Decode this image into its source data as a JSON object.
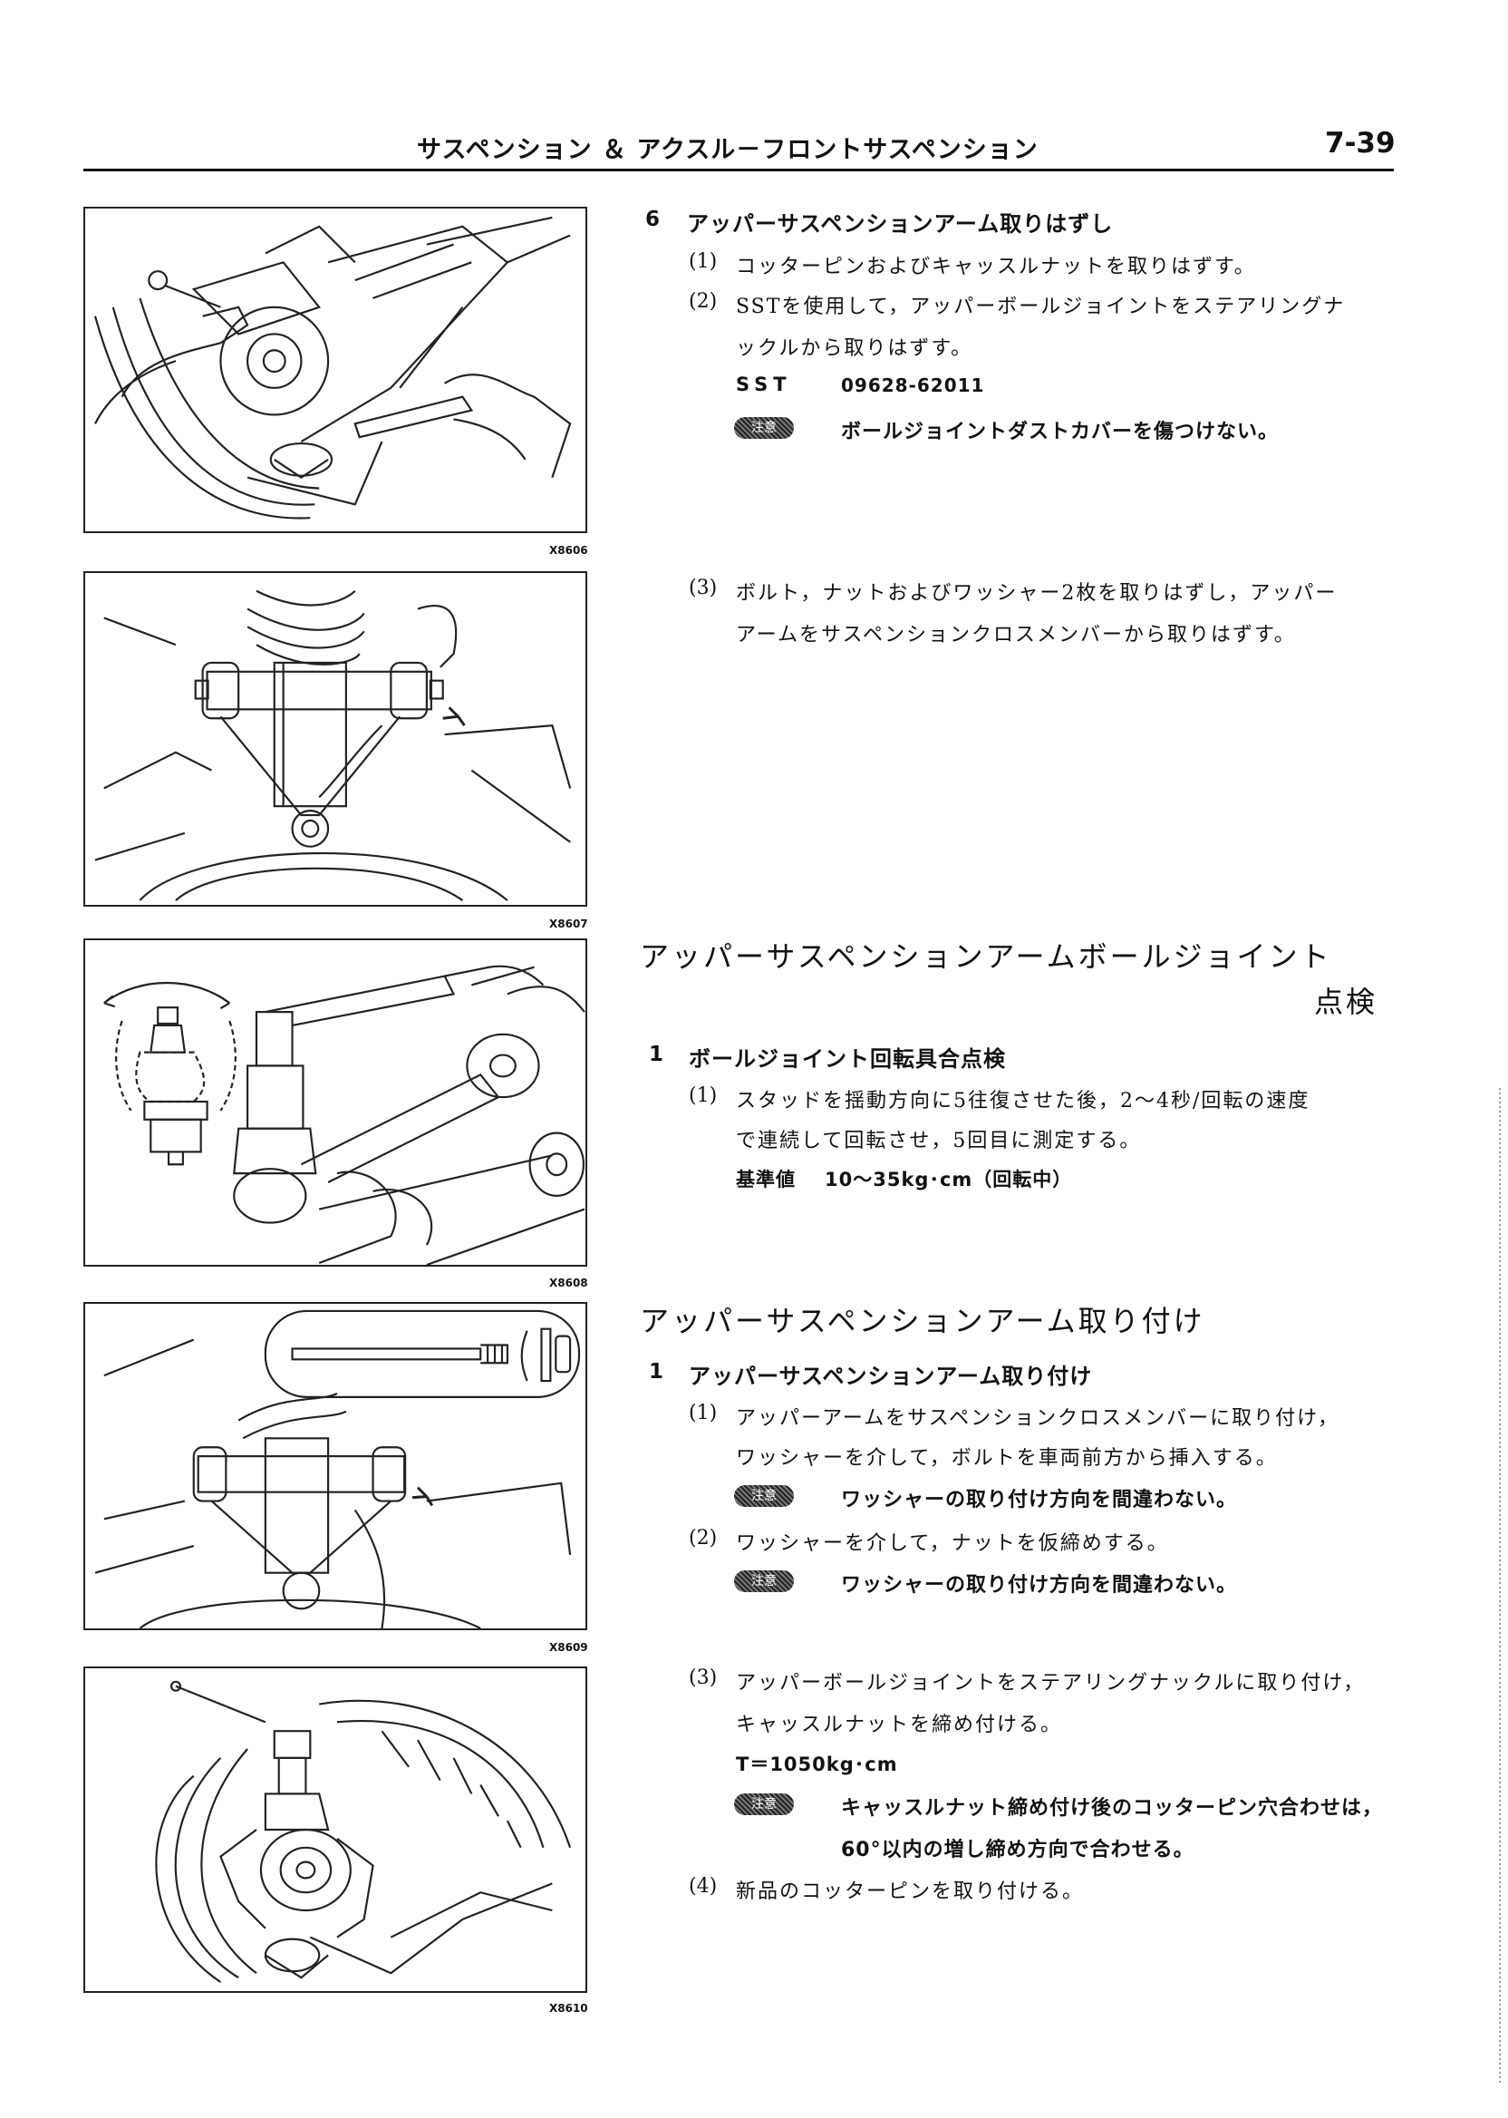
{
  "header": {
    "title": "サスペンション ＆ アクスル－フロントサスペンション",
    "page_number": "7-39"
  },
  "figures": [
    {
      "id": "X8606"
    },
    {
      "id": "X8607"
    },
    {
      "id": "X8608"
    },
    {
      "id": "X8609"
    },
    {
      "id": "X8610"
    }
  ],
  "section_removal": {
    "step_number": "6",
    "step_title": "アッパーサスペンションアーム取りはずし",
    "items": [
      {
        "num": "(1)",
        "text": "コッターピンおよびキャッスルナットを取りはずす。"
      },
      {
        "num": "(2)",
        "line1": "SSTを使用して，アッパーボールジョイントをステアリングナ",
        "line2": "ックルから取りはずす。"
      },
      {
        "num": "(3)",
        "line1": "ボルト，ナットおよびワッシャー2枚を取りはずし，アッパー",
        "line2": "アームをサスペンションクロスメンバーから取りはずす。"
      }
    ],
    "sst_label": "SST",
    "sst_number": "09628-62011",
    "caution_badge": "注意",
    "caution_1": "ボールジョイントダストカバーを傷つけない。"
  },
  "section_inspection": {
    "heading_line1": "アッパーサスペンションアームボールジョイント",
    "heading_line2": "点検",
    "step_number": "1",
    "step_title": "ボールジョイント回転具合点検",
    "item_num": "(1)",
    "item_line1": "スタッドを揺動方向に5往復させた後，2～4秒/回転の速度",
    "item_line2": "で連続して回転させ，5回目に測定する。",
    "std_label": "基準値",
    "std_value": "10～35kg･cm（回転中）"
  },
  "section_install": {
    "heading": "アッパーサスペンションアーム取り付け",
    "step_number": "1",
    "step_title": "アッパーサスペンションアーム取り付け",
    "items": [
      {
        "num": "(1)",
        "line1": "アッパーアームをサスペンションクロスメンバーに取り付け，",
        "line2": "ワッシャーを介して，ボルトを車両前方から挿入する。"
      },
      {
        "num": "(2)",
        "line1": "ワッシャーを介して，ナットを仮締めする。"
      },
      {
        "num": "(3)",
        "line1": "アッパーボールジョイントをステアリングナックルに取り付け，",
        "line2": "キャッスルナットを締め付ける。"
      },
      {
        "num": "(4)",
        "line1": "新品のコッターピンを取り付ける。"
      }
    ],
    "caution_washer_1": "ワッシャーの取り付け方向を間違わない。",
    "caution_washer_2": "ワッシャーの取り付け方向を間違わない。",
    "torque": "T＝1050kg･cm",
    "caution_castle_line1": "キャッスルナット締め付け後のコッターピン穴合わせは，",
    "caution_castle_line2": "60°以内の増し締め方向で合わせる。"
  }
}
